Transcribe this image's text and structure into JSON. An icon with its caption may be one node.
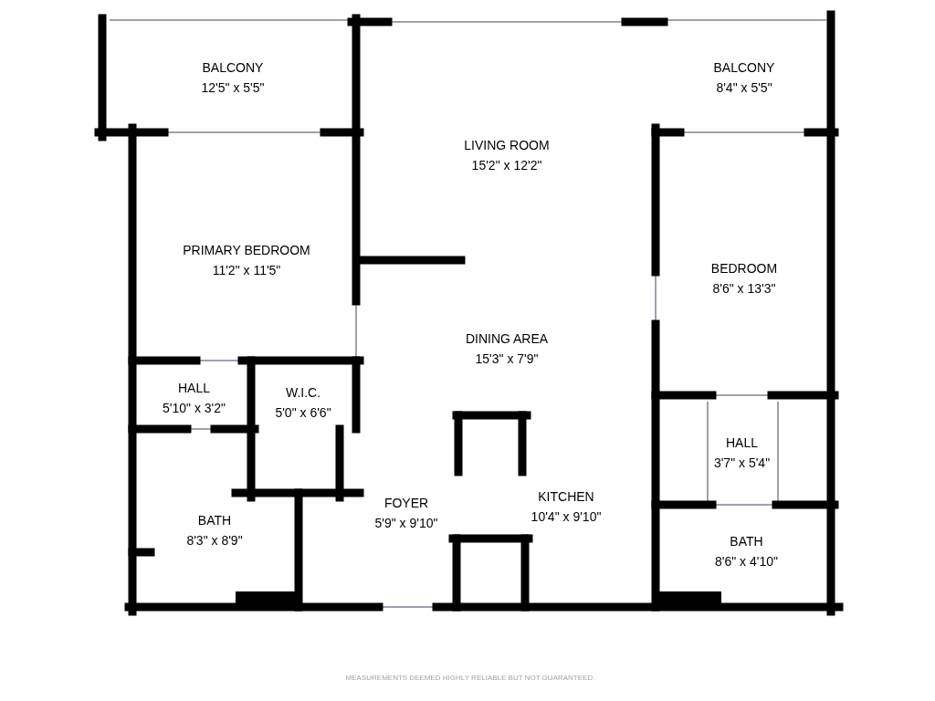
{
  "diagram": {
    "nodes": [
      {
        "text": [
          "BALCONY",
          "12'5\" x 5'5\""
        ]
      },
      {
        "text": [
          "LIVING ROOM",
          "15'2\" x 12'2\""
        ]
      },
      {
        "text": [
          "BALCONY",
          "8'4\" x 5'5\""
        ]
      },
      {
        "text": [
          "PRIMARY BEDROOM",
          "11'2\" x 11'5\""
        ]
      },
      {
        "text": [
          "DINING AREA",
          "15'3\" x 7'9\""
        ]
      },
      {
        "text": [
          "BEDROOM",
          "8'6\" x 13'3\""
        ]
      },
      {
        "text": [
          "HALL",
          "5'10\" x 3'2\""
        ]
      },
      {
        "text": [
          "W.I.C.",
          "5'0\" x 6'6\""
        ]
      },
      {
        "text": [
          "HALL",
          "3'7\" x 5'4\""
        ]
      },
      {
        "text": [
          "FOYER",
          "5'9\" x 9'10\""
        ]
      },
      {
        "text": [
          "KITCHEN",
          "10'4\" x 9'10\""
        ]
      },
      {
        "text": [
          "BATH",
          "8'3\" x 8'9\""
        ]
      },
      {
        "text": [
          "BATH",
          "8'6\" x 4'10\""
        ]
      }
    ],
    "labels": [
      "MEASUREMENTS DEEMED HIGHLY RELIABLE BUT NOT GUARANTEED."
    ]
  }
}
